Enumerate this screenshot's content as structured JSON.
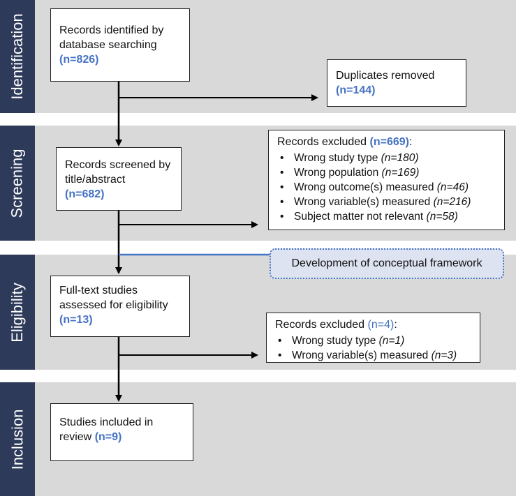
{
  "stages": {
    "identification": "Identification",
    "screening": "Screening",
    "eligibility": "Eligibility",
    "inclusion": "Inclusion"
  },
  "identified": {
    "text_line1": "Records identified by",
    "text_line2": "database searching",
    "count": "(n=826)"
  },
  "duplicates": {
    "text": "Duplicates removed",
    "count": "(n=144)"
  },
  "screened": {
    "text_line1": "Records screened by",
    "text_line2": "title/abstract",
    "count": "(n=682)"
  },
  "screen_excluded": {
    "title": "Records excluded ",
    "count": "(n=669)",
    "suffix": ":",
    "items": [
      {
        "label": "Wrong study type ",
        "n": "(n=180)"
      },
      {
        "label": "Wrong population ",
        "n": "(n=169)"
      },
      {
        "label": "Wrong outcome(s) measured ",
        "n": "(n=46)"
      },
      {
        "label": "Wrong variable(s) measured ",
        "n": "(n=216)"
      },
      {
        "label": "Subject matter not relevant ",
        "n": "(n=58)"
      }
    ]
  },
  "framework": {
    "text": "Development of conceptual framework"
  },
  "fulltext": {
    "text_line1": "Full-text studies",
    "text_line2": "assessed for eligibility",
    "count": "(n=13)"
  },
  "elig_excluded": {
    "title": "Records excluded ",
    "count": "(n=4)",
    "suffix": ":",
    "items": [
      {
        "label": "Wrong study type ",
        "n": "(n=1)"
      },
      {
        "label": "Wrong variable(s) measured ",
        "n": "(n=3)"
      }
    ]
  },
  "included": {
    "text_line1": "Studies included in",
    "text_line2": "review ",
    "count": "(n=9)"
  },
  "colors": {
    "band": "#d9d9d9",
    "stage_label": "#2e3a59",
    "count_blue": "#4472c4",
    "framework_fill": "#dde3f0"
  }
}
